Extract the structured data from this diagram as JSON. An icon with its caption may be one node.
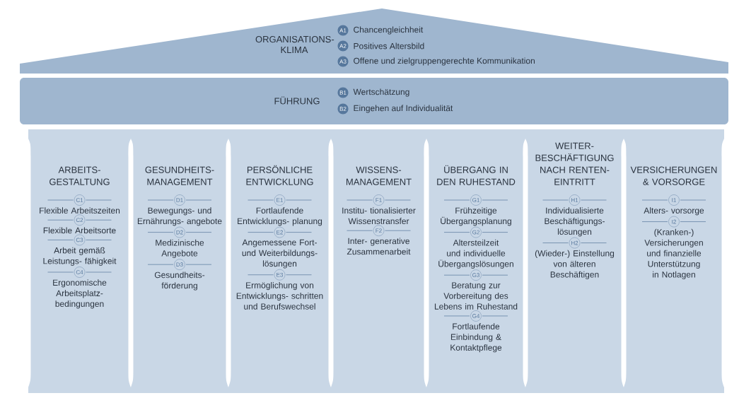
{
  "diagram": {
    "nodes": [
      {
        "text": [
          "ORGANISATIONS- KLIMA",
          "Chancengleichheit",
          "Positives Altersbild",
          "Offene und zielgruppengerechte Kommunikation"
        ]
      },
      {
        "text": [
          "FÜHRUNG",
          "Wertschätzung",
          "Eingehen auf Individualität"
        ]
      },
      {
        "text": [
          "ARBEITS- GESTALTUNG",
          "Flexible Arbeitszeiten",
          "Flexible Arbeitsorte",
          "Arbeit gemäß Leistungs- fähigkeit",
          "Ergonomische Arbeitsplatz- bedingungen"
        ]
      },
      {
        "text": [
          "GESUNDHEITS- MANAGEMENT",
          "Bewegungs- und Ernährungs- angebote",
          "Medizinische Angebote",
          "Gesundheits- förderung"
        ]
      },
      {
        "text": [
          "PERSÖNLICHE ENTWICKLUNG",
          "Fortlaufende Entwicklungs- planung",
          "Angemessene Fort- und Weiterbildungs- lösungen",
          "Ermöglichung von Entwicklungs- schritten und Berufswechsel"
        ]
      },
      {
        "text": [
          "WISSENS- MANAGEMENT",
          "Institu- tionalisierter Wissenstransfer",
          "Inter- generative Zusammenarbeit"
        ]
      },
      {
        "text": [
          "ÜBERGANG IN DEN RUHESTAND",
          "Frühzeitige Übergangsplanung",
          "Altersteilzeit und individuelle Übergangslösungen",
          "Beratung zur Vorbereitung des Lebens im Ruhestand",
          "Fortlaufende Einbindung & Kontaktpflege"
        ]
      },
      {
        "text": [
          "WEITER- BESCHÄFTIGUNG NACH RENTEN- EINTRITT",
          "Individualisierte Beschäftigungs- lösungen",
          "(Wieder-) Einstellung von älteren Beschäftigen"
        ]
      },
      {
        "text": [
          "VERSICHERUNGEN & VORSORGE",
          "Alters- vorsorge",
          "(Kranken-) Versicherungen und finanzielle Unterstützung in Notlagen"
        ]
      }
    ],
    "labels": [
      "A1",
      "A2",
      "A3",
      "B1",
      "B2",
      "C1",
      "C2",
      "C3",
      "C4",
      "D1",
      "D2",
      "D3",
      "E1",
      "E2",
      "E3",
      "F1",
      "F2",
      "G1",
      "G2",
      "G3",
      "G4",
      "H1",
      "H2",
      "I1",
      "I2"
    ]
  }
}
